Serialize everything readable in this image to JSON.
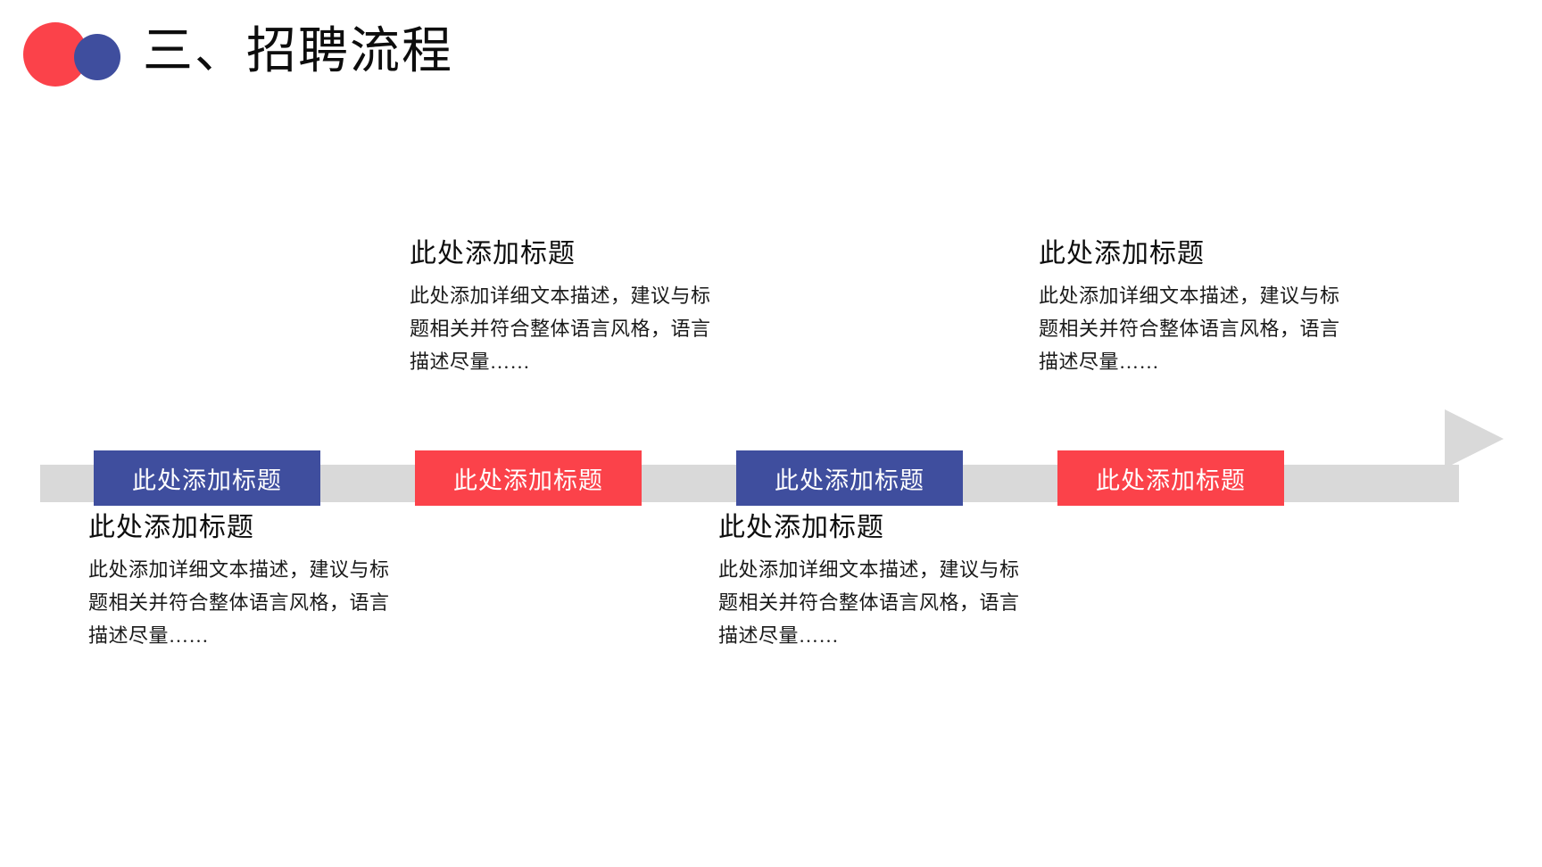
{
  "slide": {
    "title": "三、招聘流程",
    "background_color": "#FFFFFF",
    "logo": {
      "red_color": "#FB424A",
      "blue_color": "#3F4E9E"
    }
  },
  "flow": {
    "track_color": "#D9D9D9",
    "arrow_direction": "right",
    "steps": [
      {
        "label": "此处添加标题",
        "color": "#3F4E9E",
        "variant": "blue"
      },
      {
        "label": "此处添加标题",
        "color": "#FB424A",
        "variant": "red"
      },
      {
        "label": "此处添加标题",
        "color": "#3F4E9E",
        "variant": "blue"
      },
      {
        "label": "此处添加标题",
        "color": "#FB424A",
        "variant": "red"
      }
    ]
  },
  "captions": [
    {
      "position": "below",
      "step_index": 1,
      "title": "此处添加标题",
      "body": "此处添加详细文本描述，建议与标题相关并符合整体语言风格，语言描述尽量……"
    },
    {
      "position": "above",
      "step_index": 2,
      "title": "此处添加标题",
      "body": "此处添加详细文本描述，建议与标题相关并符合整体语言风格，语言描述尽量……"
    },
    {
      "position": "below",
      "step_index": 3,
      "title": "此处添加标题",
      "body": "此处添加详细文本描述，建议与标题相关并符合整体语言风格，语言描述尽量……"
    },
    {
      "position": "above",
      "step_index": 4,
      "title": "此处添加标题",
      "body": "此处添加详细文本描述，建议与标题相关并符合整体语言风格，语言描述尽量……"
    }
  ]
}
